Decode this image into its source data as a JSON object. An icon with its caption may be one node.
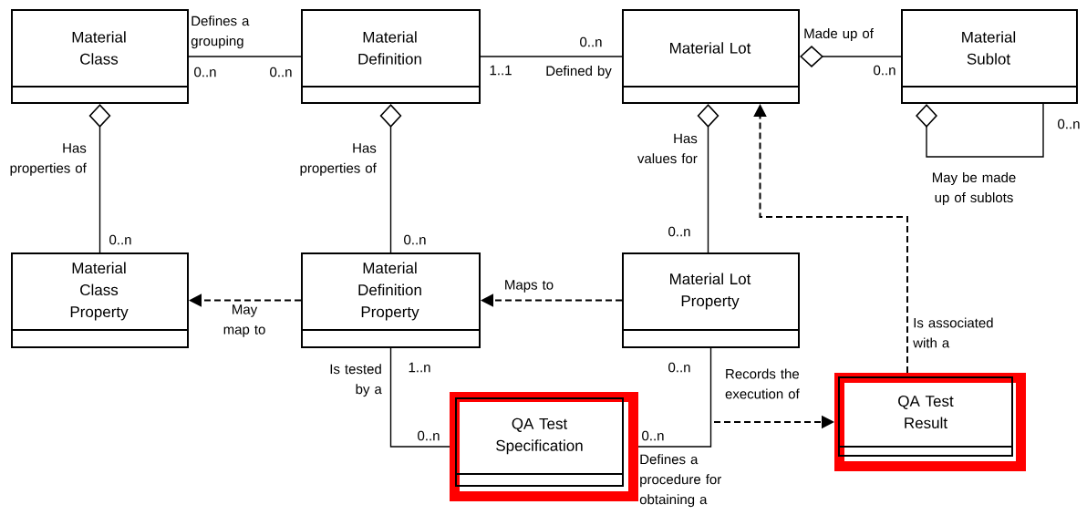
{
  "diagram": {
    "nodes": [
      {
        "text": [
          "Material Class"
        ]
      },
      {
        "text": [
          "Material Definition"
        ]
      },
      {
        "text": [
          "Material Lot"
        ]
      },
      {
        "text": [
          "Material Sublot"
        ]
      },
      {
        "text": [
          "Material Class Property"
        ]
      },
      {
        "text": [
          "Material Definition Property"
        ]
      },
      {
        "text": [
          "Material Lot Property"
        ]
      },
      {
        "text": [
          "QA Test Specification"
        ]
      },
      {
        "text": [
          "QA Test Result"
        ]
      }
    ],
    "edges": [
      {
        "from": 0,
        "to": 1,
        "arrow": "none",
        "label": "Defines a grouping"
      },
      {
        "from": 1,
        "to": 2,
        "arrow": "none",
        "label": "Defined by"
      },
      {
        "from": 2,
        "to": 3,
        "arrow": "other",
        "label": "Made up of"
      },
      {
        "from": 3,
        "to": 3,
        "arrow": "other",
        "label": "May be made up of sublots"
      },
      {
        "from": 0,
        "to": 4,
        "arrow": "other",
        "label": "Has properties of"
      },
      {
        "from": 1,
        "to": 5,
        "arrow": "other",
        "label": "Has properties of"
      },
      {
        "from": 2,
        "to": 6,
        "arrow": "other",
        "label": "Has values for"
      },
      {
        "from": 5,
        "to": 4,
        "arrow": "to",
        "style": "dashed",
        "label": "May map to"
      },
      {
        "from": 6,
        "to": 5,
        "arrow": "to",
        "style": "dashed",
        "label": "Maps to"
      },
      {
        "from": 5,
        "to": 7,
        "arrow": "none",
        "label": "Is tested by a"
      },
      {
        "from": 6,
        "to": 7,
        "arrow": "none",
        "label": "Defines a procedure for obtaining a"
      },
      {
        "from": null,
        "to": 8,
        "arrow": "to",
        "style": "dashed",
        "label": "Records the execution of"
      },
      {
        "from": 8,
        "to": 2,
        "arrow": "to",
        "style": "dashed",
        "label": "Is associated with a"
      }
    ],
    "labels": [
      "0..n",
      "0..n",
      "0..n",
      "1..1",
      "0..n",
      "0..n",
      "0..n",
      "0..n",
      "0..n",
      "1..n",
      "0..n",
      "0..n",
      "0..n"
    ]
  }
}
